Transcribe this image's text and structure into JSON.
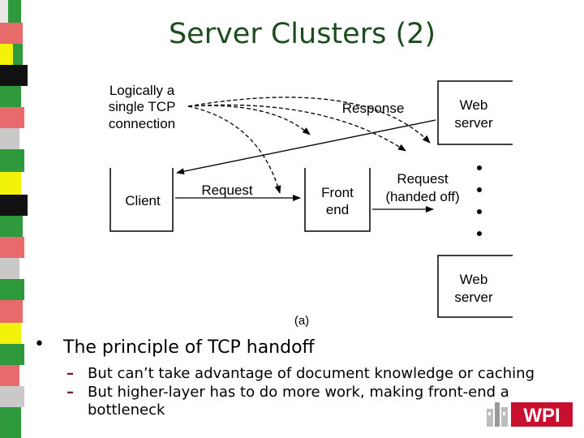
{
  "slide": {
    "title": "Server Clusters (2)",
    "bullet": "The principle of TCP handoff",
    "sub_bullets": [
      "But can’t take advantage of document knowledge or caching",
      "But higher-layer has to do more work, making front-end a",
      "bottleneck"
    ]
  },
  "diagram": {
    "note_line1": "Logically a",
    "note_line2": "single TCP",
    "note_line3": "connection",
    "response_label": "Response",
    "web_server_top_1": "Web",
    "web_server_top_2": "server",
    "client_label": "Client",
    "request_label": "Request",
    "front_end_1": "Front",
    "front_end_2": "end",
    "handoff_1": "Request",
    "handoff_2": "(handed off)",
    "web_server_bottom_1": "Web",
    "web_server_bottom_2": "server",
    "caption": "(a)"
  },
  "logo": {
    "text": "WPI"
  },
  "colors": {
    "title": "#1d4d1f",
    "dash": "#7a0f30",
    "logo_red": "#c8102e"
  }
}
